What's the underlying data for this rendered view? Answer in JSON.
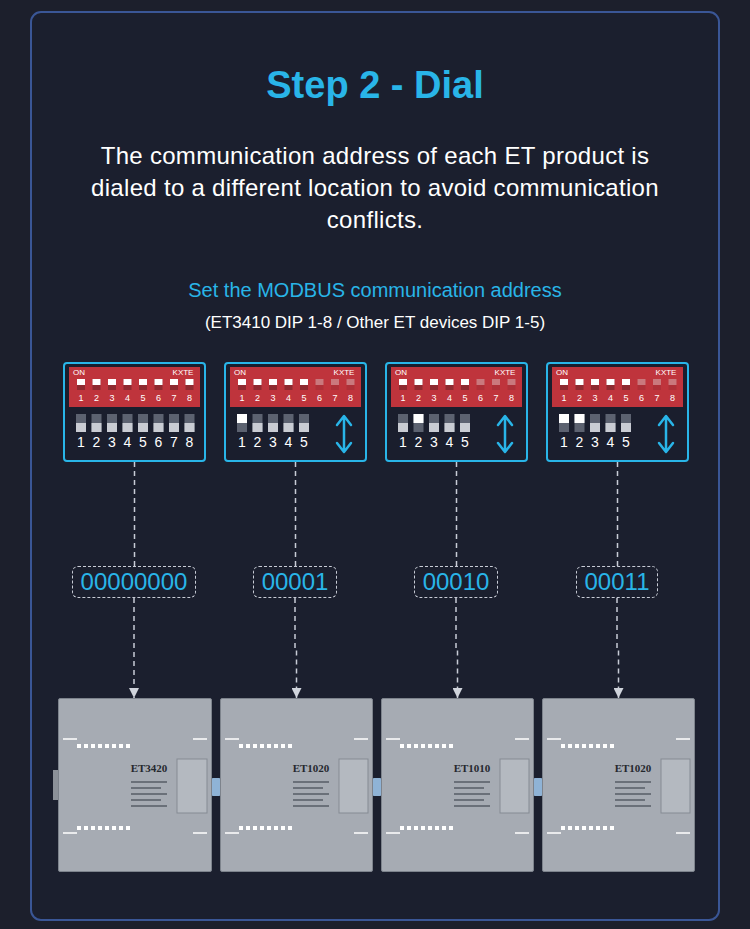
{
  "diagram": {
    "title": "Step 2 - Dial",
    "nodes": [
      {
        "text": [
          "ON",
          "KXTE",
          "1",
          "2",
          "3",
          "4",
          "5",
          "6",
          "7",
          "8",
          "1",
          "2",
          "3",
          "4",
          "5",
          "6",
          "7",
          "8"
        ]
      },
      {
        "text": [
          "ON",
          "KXTE",
          "1",
          "2",
          "3",
          "4",
          "5",
          "6",
          "7",
          "8",
          "1",
          "2",
          "3",
          "4",
          "5"
        ]
      },
      {
        "text": [
          "ON",
          "KXTE",
          "1",
          "2",
          "3",
          "4",
          "5",
          "6",
          "7",
          "8",
          "1",
          "2",
          "3",
          "4",
          "5"
        ]
      },
      {
        "text": [
          "ON",
          "KXTE",
          "1",
          "2",
          "3",
          "4",
          "5",
          "6",
          "7",
          "8",
          "1",
          "2",
          "3",
          "4",
          "5"
        ]
      },
      {
        "text": [
          "00000000"
        ]
      },
      {
        "text": [
          "00001"
        ]
      },
      {
        "text": [
          "00010"
        ]
      },
      {
        "text": [
          "00011"
        ]
      },
      {
        "text": [
          "ET3420"
        ]
      },
      {
        "text": [
          "ET1020"
        ]
      },
      {
        "text": [
          "ET1010"
        ]
      },
      {
        "text": [
          "ET1020"
        ]
      }
    ],
    "edges": [
      {
        "from": 0,
        "to": 4,
        "arrow": "none"
      },
      {
        "from": 1,
        "to": 5,
        "arrow": "none"
      },
      {
        "from": 2,
        "to": 6,
        "arrow": "none"
      },
      {
        "from": 3,
        "to": 7,
        "arrow": "none"
      },
      {
        "from": 4,
        "to": 8,
        "arrow": "to"
      },
      {
        "from": 5,
        "to": 9,
        "arrow": "to"
      },
      {
        "from": 6,
        "to": 10,
        "arrow": "to"
      },
      {
        "from": 7,
        "to": 11,
        "arrow": "to"
      }
    ],
    "labels": [
      "The communication address of each ET product is dialed to a different location to avoid communication conflicts.",
      "Set the MODBUS communication address",
      "(ET3410 DIP 1-8 / Other ET devices DIP 1-5)"
    ]
  }
}
